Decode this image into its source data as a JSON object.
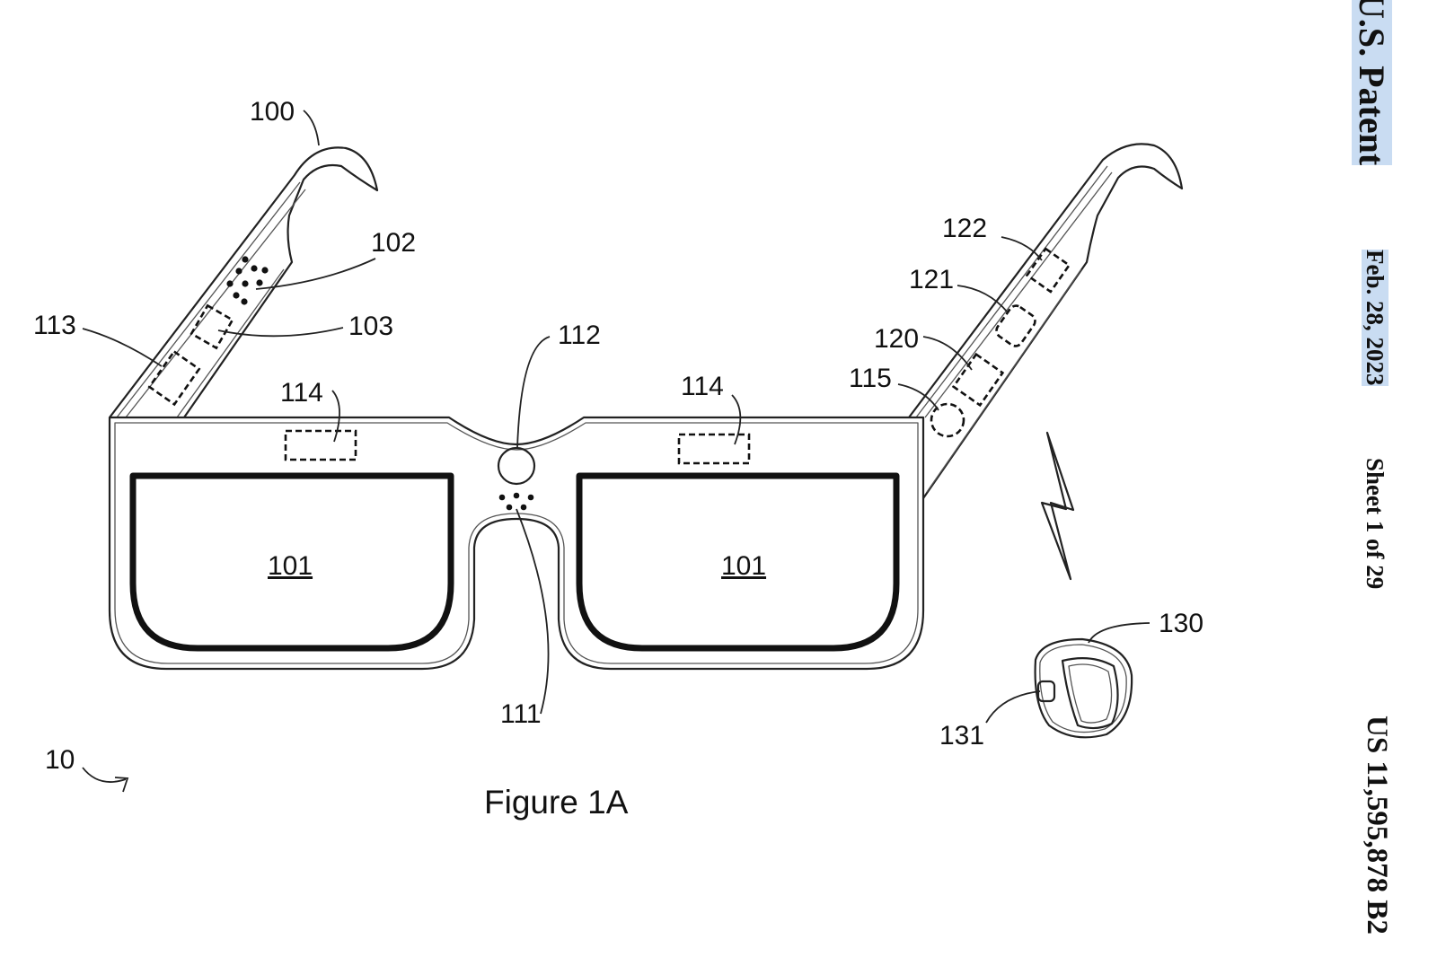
{
  "header": {
    "publisher_label": "U.S. Patent",
    "date": "Feb. 28, 2023",
    "sheet": "Sheet 1 of 29",
    "patent_number": "US 11,595,878 B2"
  },
  "figure": {
    "caption": "Figure 1A",
    "overall_ref": "10"
  },
  "reference_numerals": {
    "temple_left": "100",
    "lens": "101",
    "speaker_left": "102",
    "sensor_left": "103",
    "microphone": "111",
    "camera": "112",
    "module_left": "113",
    "display_module": "114",
    "hinge_sensor": "115",
    "module_right_a": "120",
    "module_right_b": "121",
    "module_right_c": "122",
    "ring_device": "130",
    "ring_button": "131"
  },
  "colors": {
    "highlight": "#c9dcf2",
    "ink": "#111111"
  }
}
